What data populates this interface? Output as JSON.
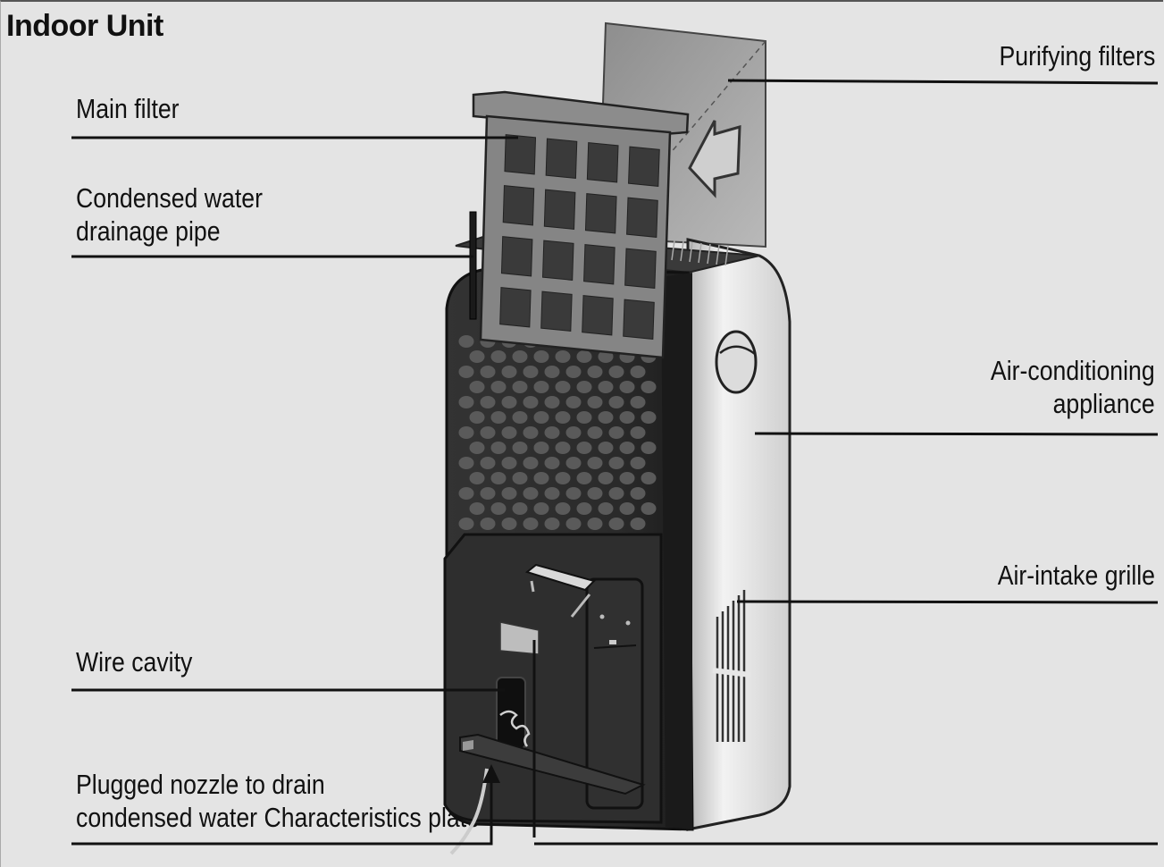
{
  "title": "Indoor Unit",
  "labels": {
    "main_filter": "Main filter",
    "condensed_pipe_line1": "Condensed water",
    "condensed_pipe_line2": "drainage pipe",
    "wire_cavity": "Wire cavity",
    "plugged_nozzle_line1": "Plugged nozzle to drain",
    "plugged_nozzle_line2": "condensed water Characteristics plate",
    "purifying_filters": "Purifying filters",
    "ac_appliance_line1": "Air-conditioning",
    "ac_appliance_line2": "appliance",
    "air_intake_grille": "Air-intake grille"
  },
  "colors": {
    "background": "#e4e4e4",
    "unit_body": "#2b2b2b",
    "side_panel": "#e6e6e6",
    "filter_frame": "#888888",
    "leader_line": "#111111"
  }
}
